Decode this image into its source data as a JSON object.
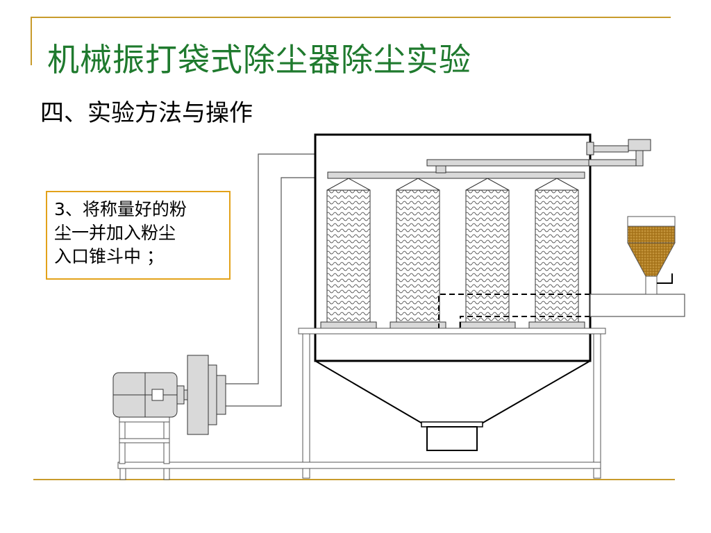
{
  "slide": {
    "title": "机械振打袋式除尘器除尘实验",
    "subtitle": "四、实验方法与操作",
    "note": "3、将称量好的粉\n尘一并加入粉尘\n入口锥斗中 ；"
  },
  "colors": {
    "title": "#1f7a2e",
    "accent_rule": "#c89b2b",
    "note_border": "#e3a21a",
    "machine_gray": "#d9d9d9",
    "dust": "#b07c20"
  },
  "figure": {
    "bags": 4,
    "icons": [
      "fan-motor-icon",
      "blower-icon",
      "dust-hopper-icon",
      "filter-bag-icon"
    ]
  }
}
